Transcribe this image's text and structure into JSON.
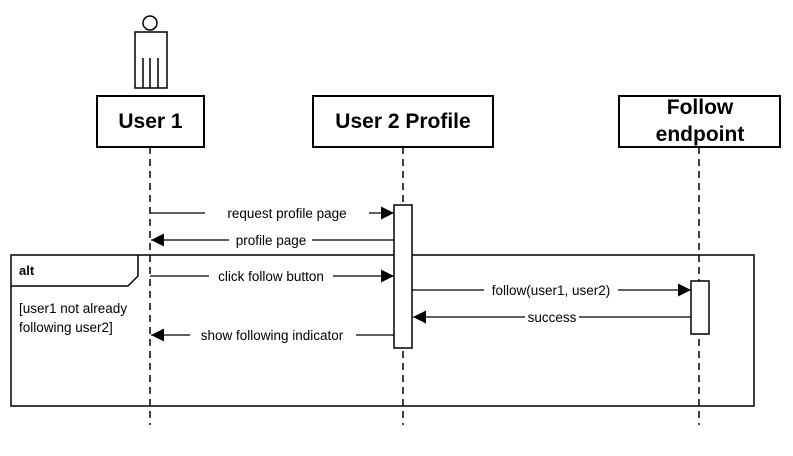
{
  "participants": {
    "user1": {
      "label": "User 1"
    },
    "profile": {
      "label": "User 2 Profile"
    },
    "follow": {
      "label_line1": "Follow",
      "label_line2": "endpoint"
    }
  },
  "messages": {
    "m1": "request profile page",
    "m2": "profile page",
    "m3": "click follow button",
    "m4": "follow(user1, user2)",
    "m5": "success",
    "m6": "show following indicator"
  },
  "fragment": {
    "operator": "alt",
    "guard_line1": "[user1 not already",
    "guard_line2": " following user2]"
  }
}
